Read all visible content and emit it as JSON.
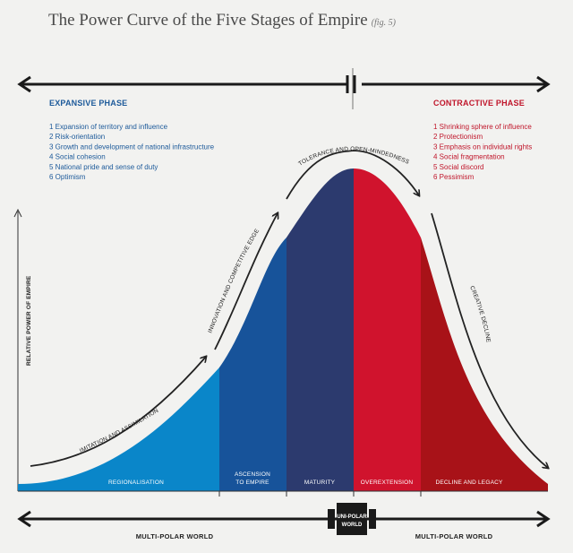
{
  "title": {
    "main": "The Power Curve of the Five Stages of Empire",
    "fig": "(fig. 5)"
  },
  "expansive": {
    "heading": "EXPANSIVE PHASE",
    "color": "#1d5a9a",
    "items": [
      "1  Expansion of territory and influence",
      "2  Risk-orientation",
      "3  Growth and development of national infrastructure",
      "4  Social cohesion",
      "5  National pride and sense of duty",
      "6  Optimism"
    ]
  },
  "contractive": {
    "heading": "CONTRACTIVE PHASE",
    "color": "#c0162b",
    "items": [
      "1  Shrinking sphere of influence",
      "2  Protectionism",
      "3  Emphasis on individual rights",
      "4  Social fragmentation",
      "5  Social discord",
      "6  Pessimism"
    ]
  },
  "arc_labels": {
    "imitation": "IMITATION AND ASSIMILATION",
    "innovation": "INNOVATION AND COMPETITIVE EDGE",
    "tolerance": "TOLERANCE AND OPEN-MINDEDNESS",
    "decline": "CREATIVE DECLINE"
  },
  "y_axis_label": "RELATIVE POWER OF EMPIRE",
  "stages": [
    {
      "label_lines": [
        "REGIONALISATION"
      ],
      "color": "#0a86c9"
    },
    {
      "label_lines": [
        "ASCENSION",
        "TO EMPIRE"
      ],
      "color": "#17539a"
    },
    {
      "label_lines": [
        "MATURITY"
      ],
      "color": "#2c3a6e"
    },
    {
      "label_lines": [
        "OVEREXTENSION"
      ],
      "color": "#d0132d"
    },
    {
      "label_lines": [
        "DECLINE AND LEGACY"
      ],
      "color": "#a81218"
    }
  ],
  "bottom": {
    "left": "MULTI-POLAR WORLD",
    "right": "MULTI-POLAR WORLD",
    "center_lines": [
      "UNI-POLAR",
      "WORLD"
    ]
  },
  "icons": {
    "arrows": "double-headed-arrow-icon"
  }
}
